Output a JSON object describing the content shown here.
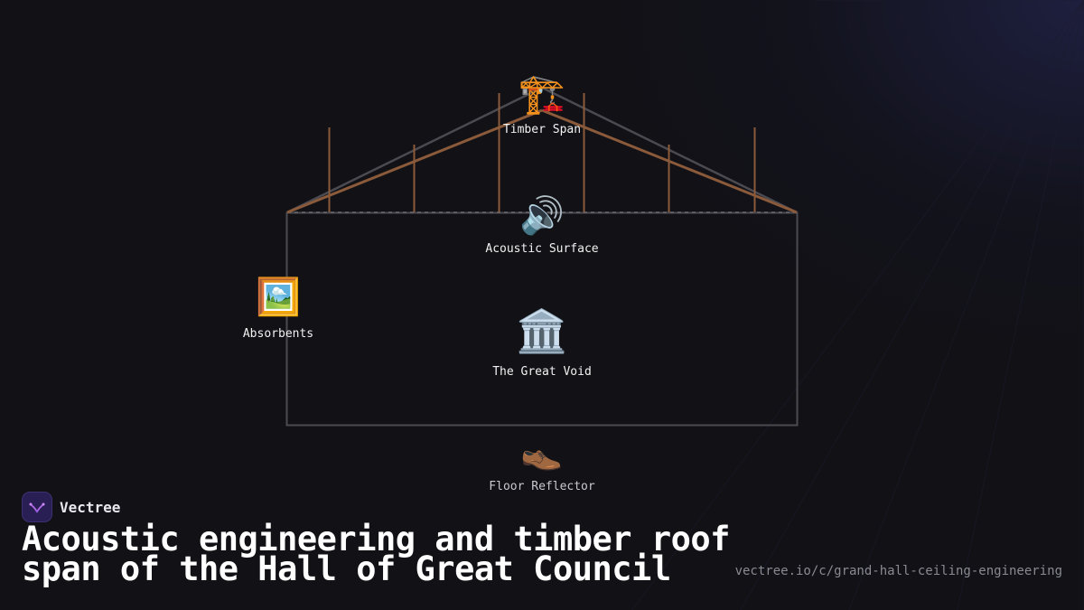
{
  "brand": {
    "name": "Vectree"
  },
  "title": "Acoustic engineering and timber roof span of the Hall of Great Council",
  "url": "vectree.io/c/grand-hall-ceiling-engineering",
  "nodes": {
    "timber_span": {
      "label": "Timber Span",
      "icon": "crane-icon",
      "glyph": "🏗️"
    },
    "acoustic_surface": {
      "label": "Acoustic Surface",
      "icon": "speaker-icon",
      "glyph": "🔊"
    },
    "absorbents": {
      "label": "Absorbents",
      "icon": "framed-picture-icon",
      "glyph": "🖼️"
    },
    "great_void": {
      "label": "The Great Void",
      "icon": "classical-building-icon",
      "glyph": "🏛️"
    },
    "floor_reflector": {
      "label": "Floor Reflector",
      "icon": "shoe-icon",
      "glyph": "👞"
    }
  },
  "colors": {
    "background": "#111116",
    "timber": "#8a5a3a",
    "outline": "#4a4a50",
    "label": "#f2f2f2",
    "accent": "#2a1f55"
  }
}
